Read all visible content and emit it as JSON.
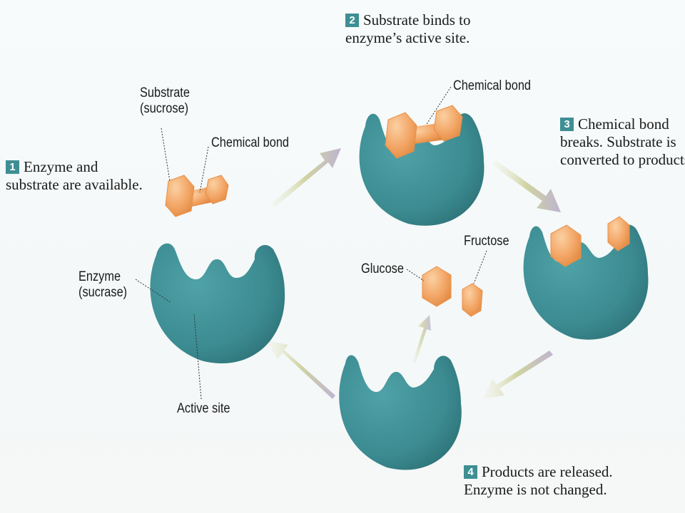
{
  "colors": {
    "enzyme": "#3d8f95",
    "enzyme_highlight": "#5fb0b5",
    "substrate": "#f2a463",
    "step_badge": "#3e8f93",
    "arrow": "#c0c48a"
  },
  "steps": [
    {
      "number": "1",
      "line1": "Enzyme and",
      "line2": "substrate are available."
    },
    {
      "number": "2",
      "line1": "Substrate binds to",
      "line2": "enzyme’s active site."
    },
    {
      "number": "3",
      "line1": "Chemical bond",
      "line2": "breaks. Substrate is",
      "line3": "converted to products."
    },
    {
      "number": "4",
      "line1": "Products are released.",
      "line2": "Enzyme is not changed."
    }
  ],
  "labels": {
    "substrate": "Substrate",
    "substrate_name": "(sucrose)",
    "chemical_bond_1": "Chemical bond",
    "chemical_bond_2": "Chemical bond",
    "enzyme": "Enzyme",
    "enzyme_name": "(sucrase)",
    "active_site": "Active site",
    "glucose": "Glucose",
    "fructose": "Fructose"
  }
}
